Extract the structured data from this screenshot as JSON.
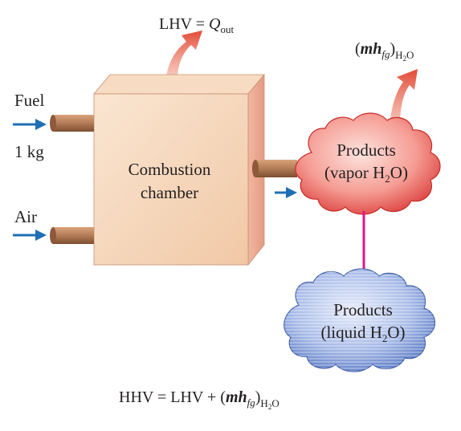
{
  "diagram": {
    "top_label": {
      "prefix": "LHV = ",
      "var": "Q",
      "sub": "out"
    },
    "steam_label": {
      "open": "(",
      "m": "m",
      "h": "h",
      "fg": "fg",
      "close": ")",
      "h2o_h": "H",
      "h2o_2": "2",
      "h2o_o": "O"
    },
    "fuel_label": "Fuel",
    "fuel_mass": "1 kg",
    "air_label": "Air",
    "chamber_line1": "Combustion",
    "chamber_line2": "chamber",
    "products_vapor_line1": "Products",
    "products_vapor_line2_a": "(vapor H",
    "products_vapor_line2_sub": "2",
    "products_vapor_line2_b": "O)",
    "products_liquid_line1": "Products",
    "products_liquid_line2_a": "(liquid H",
    "products_liquid_line2_sub": "2",
    "products_liquid_line2_b": "O)",
    "bottom_equation": {
      "prefix": "HHV = LHV + (",
      "m": "m",
      "h": "h",
      "fg": "fg",
      "close": ")",
      "h2o_h": "H",
      "h2o_2": "2",
      "h2o_o": "O"
    }
  },
  "colors": {
    "chamber_front": "#f6d5b5",
    "chamber_side": "#eaa88f",
    "chamber_top": "#f9e3cf",
    "pipe": "#b7805a",
    "flow_arrow": "#1f6fb4",
    "heat_arrow": "#e8664f",
    "vapor_cloud": "#e94a47",
    "liquid_cloud": "#6f8fd0",
    "condense_arrow": "#e0148c"
  }
}
